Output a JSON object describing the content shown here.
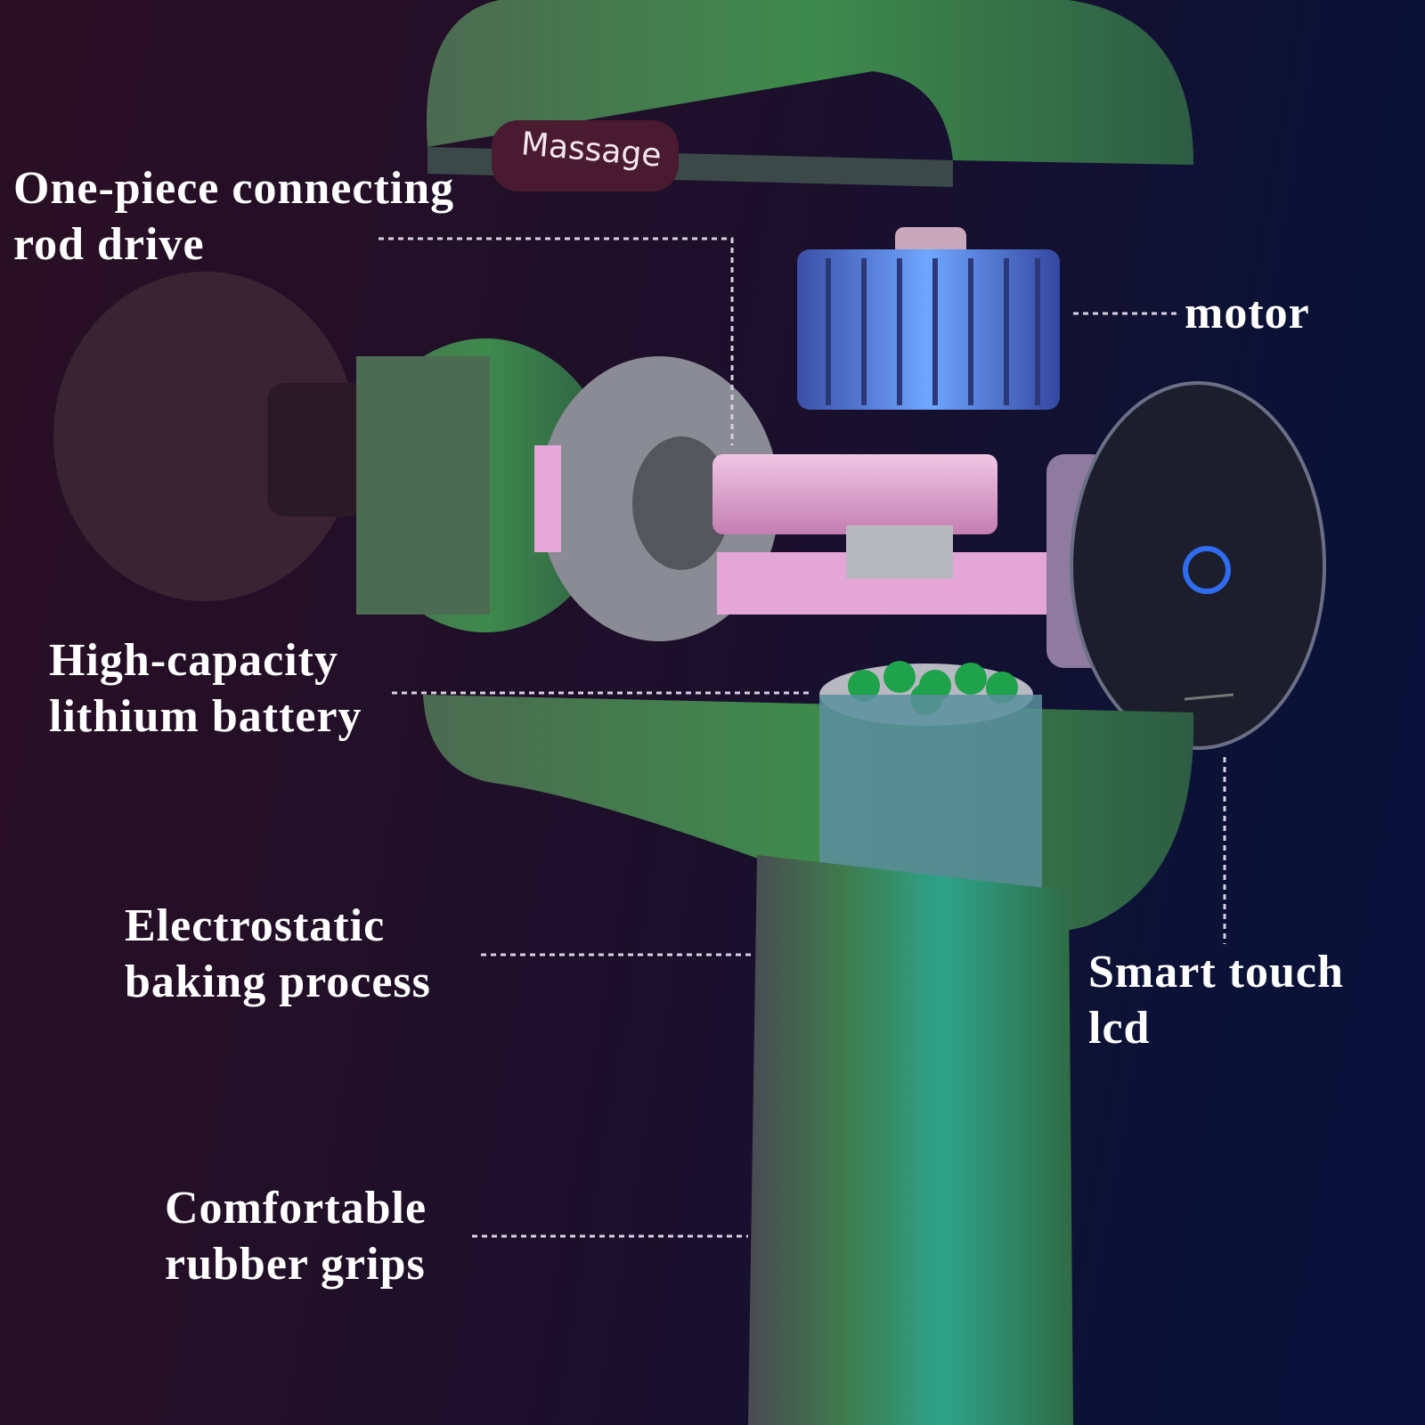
{
  "device_badge": "Massage",
  "labels": {
    "rod_drive": [
      "One-piece connecting",
      "rod drive"
    ],
    "motor": [
      "motor"
    ],
    "battery": [
      "High-capacity",
      "lithium battery"
    ],
    "baking": [
      "Electrostatic",
      "baking process"
    ],
    "lcd": [
      "Smart touch",
      "lcd"
    ],
    "grips": [
      "Comfortable",
      "rubber grips"
    ]
  },
  "colors": {
    "body_green": "#3f8a52",
    "accent_pink": "#e7a2d4",
    "motor_blue": "#5f84d8",
    "screen_ring": "#2f6cf0"
  }
}
